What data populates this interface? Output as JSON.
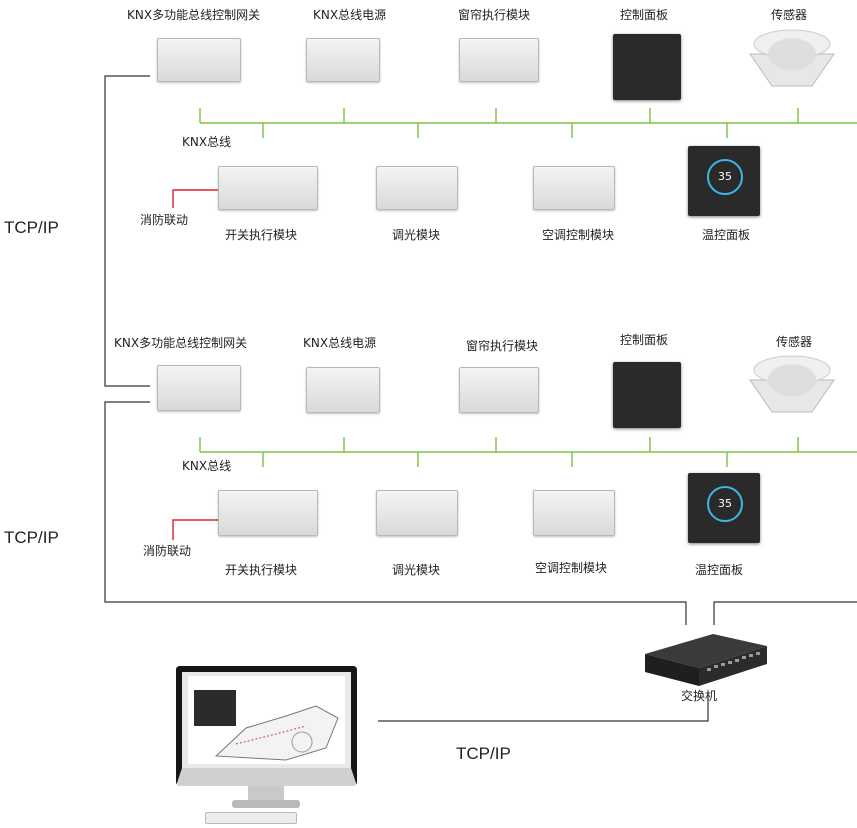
{
  "network": {
    "protocol_label": "TCP/IP",
    "bus_label": "KNX总线",
    "fire_link_label": "消防联动",
    "switch_label": "交换机"
  },
  "bus_groups": [
    {
      "top_devices": [
        "KNX多功能总线控制网关",
        "KNX总线电源",
        "窗帘执行模块",
        "控制面板",
        "传感器"
      ],
      "bottom_devices": [
        "开关执行模块",
        "调光模块",
        "空调控制模块",
        "温控面板"
      ]
    },
    {
      "top_devices": [
        "KNX多功能总线控制网关",
        "KNX总线电源",
        "窗帘执行模块",
        "控制面板",
        "传感器"
      ],
      "bottom_devices": [
        "开关执行模块",
        "调光模块",
        "空调控制模块",
        "温控面板"
      ]
    }
  ],
  "thermostat_display": "35",
  "colors": {
    "bus_line": "#7dc242",
    "tcp_line": "#333333",
    "fire_line": "#d9262c"
  }
}
